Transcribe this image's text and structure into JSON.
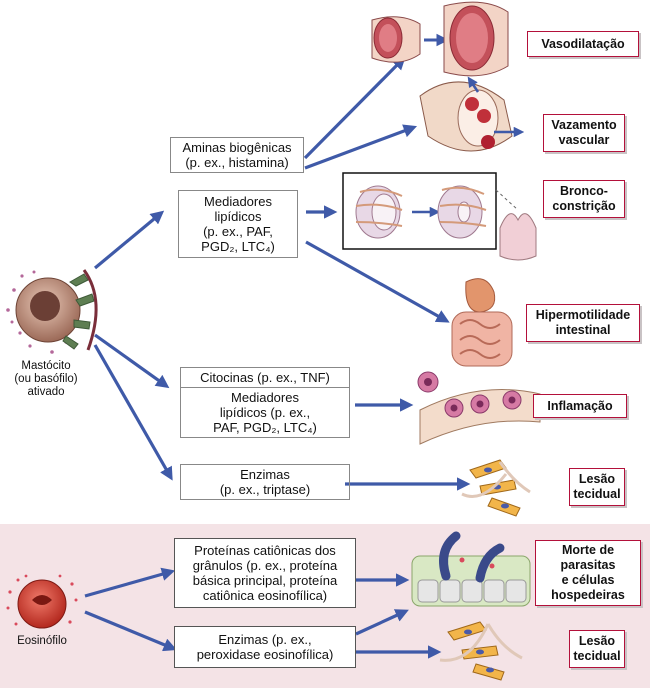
{
  "cells": {
    "mast_cell": [
      "Mastócito",
      "(ou basófilo)",
      "ativado"
    ],
    "eosinophil": [
      "Eosinófilo"
    ]
  },
  "mediators": {
    "biogenic_amines": [
      "Aminas biogênicas",
      "(p. ex., histamina)"
    ],
    "lipid_mediators_1": [
      "Mediadores",
      "lipídicos",
      "(p. ex.,  PAF,",
      "PGD₂, LTC₄)"
    ],
    "cytokines": [
      "Citocinas (p. ex., TNF)"
    ],
    "lipid_mediators_2": [
      "Mediadores",
      "lipídicos (p. ex.,",
      "PAF, PGD₂, LTC₄)"
    ],
    "enzymes_mast": [
      "Enzimas",
      "(p. ex., triptase)"
    ],
    "cationic_proteins": [
      "Proteínas catiônicas dos",
      "grânulos (p. ex., proteína",
      "básica principal, proteína",
      "catiônica eosinofílica)"
    ],
    "enzymes_eos": [
      "Enzimas (p. ex.,",
      "peroxidase eosinofílica)"
    ]
  },
  "effects": {
    "vasodilation": [
      "Vasodilatação"
    ],
    "vascular_leak": [
      "Vazamento",
      "vascular"
    ],
    "bronchoconstriction": [
      "Bronco-",
      "constrição"
    ],
    "intestinal_hypermotility": [
      "Hipermotilidade",
      "intestinal"
    ],
    "inflammation": [
      "Inflamação"
    ],
    "tissue_injury_mast": [
      "Lesão",
      "tecidual"
    ],
    "parasite_death": [
      "Morte de",
      "parasitas",
      "e células",
      "hospedeiras"
    ],
    "tissue_injury_eos": [
      "Lesão",
      "tecidual"
    ]
  },
  "colors": {
    "arrow": "#3f5aa8",
    "effect_border": "#b3103a",
    "eosinophil_panel": "#f4e3e6"
  }
}
